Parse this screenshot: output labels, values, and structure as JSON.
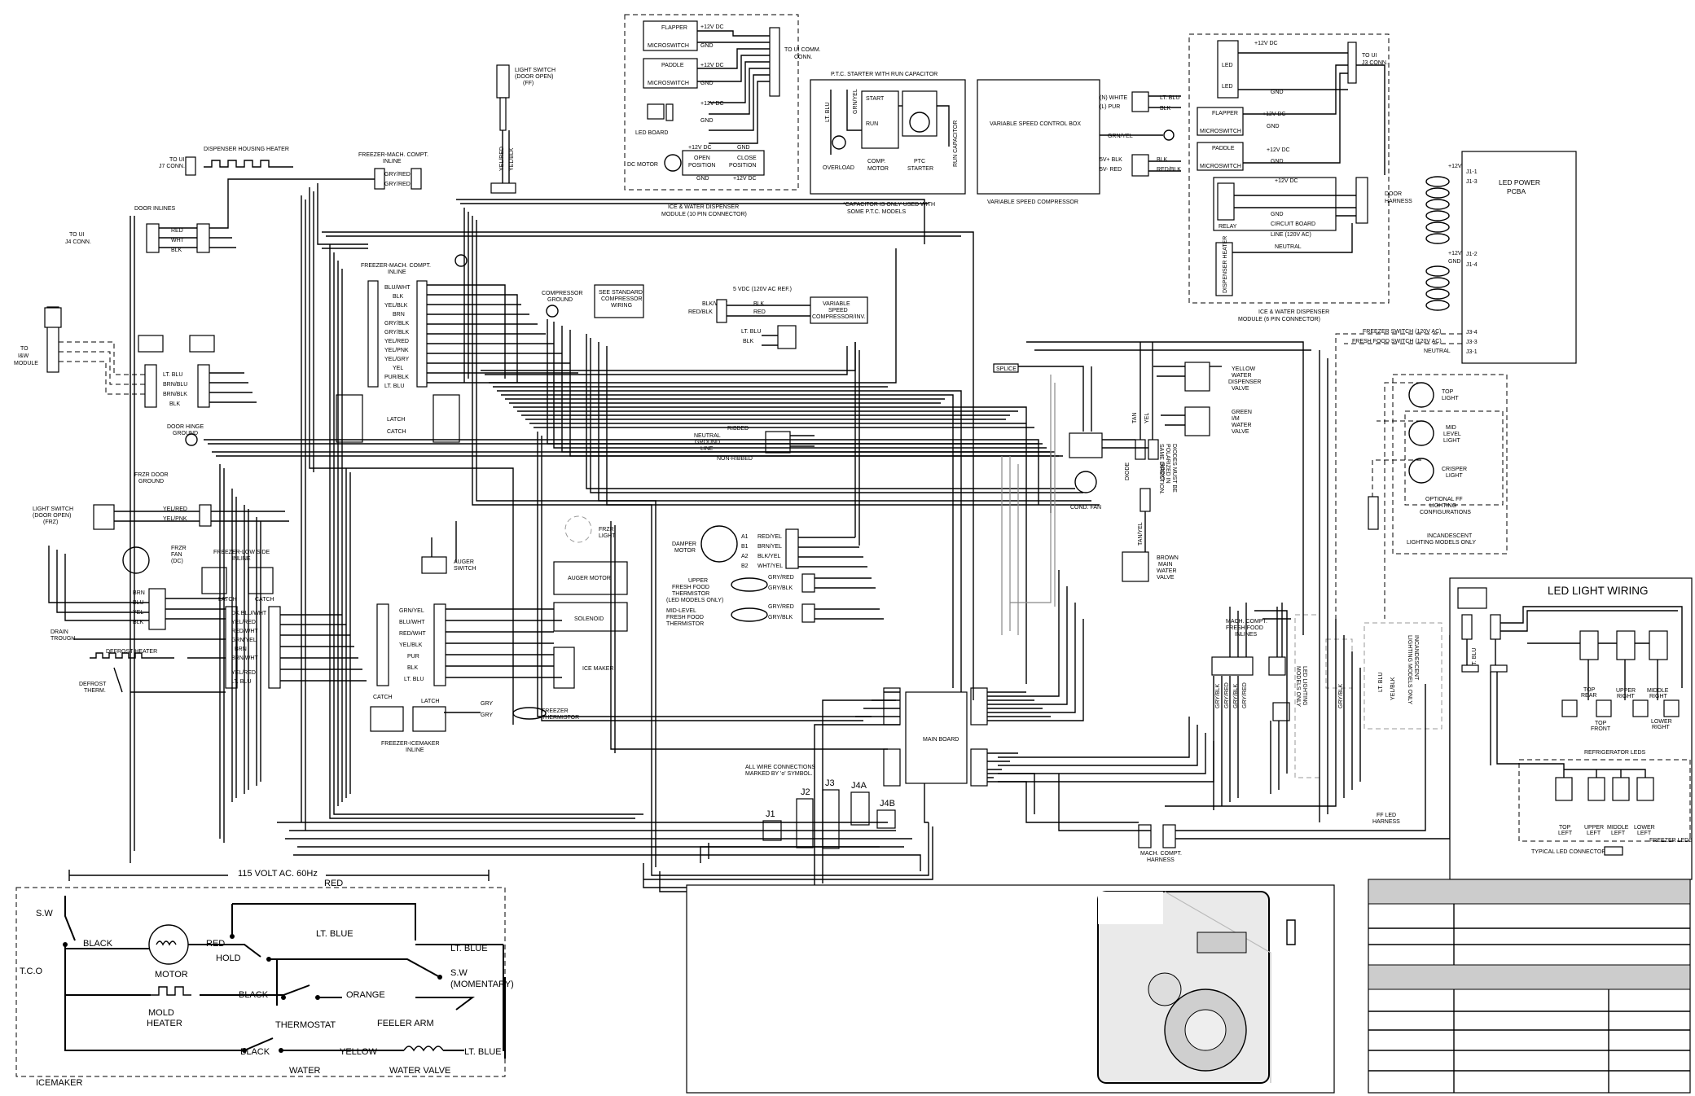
{
  "top": {
    "flapper": "FLAPPER",
    "paddle": "PADDLE",
    "microswitch": "MICROSWITCH",
    "p12": "+12V DC",
    "gnd": "GND",
    "to_ui_comm": "TO UI COMM.\nCONN.",
    "led_board": "LED BOARD",
    "dc_motor": "DC MOTOR",
    "open_position": "OPEN\nPOSITION",
    "close_position": "CLOSE\nPOSITION",
    "ice_module_10": "ICE & WATER DISPENSER\nMODULE (10 PIN CONNECTOR)",
    "ptc_starter_title": "P.T.C. STARTER WITH RUN CAPACITOR",
    "lt_blu": "LT. BLU",
    "grn_yel": "GRN/YEL",
    "start": "START",
    "run": "RUN",
    "comp_motor": "COMP.\nMOTOR",
    "ptc_starter": "PTC\nSTARTER",
    "overload": "OVERLOAD",
    "run_capacitor": "RUN CAPACITOR",
    "capacitor_note": "*CAPACITOR IS ONLY USED WITH\nSOME P.T.C. MODELS",
    "vscb": "VARIABLE SPEED CONTROL BOX",
    "vs_compressor": "VARIABLE SPEED COMPRESSOR",
    "n_white": "(N) WHITE",
    "l_pur": "(L) PUR",
    "lt_blu2": "LT. BLU",
    "blk": "BLK",
    "grn_yel2": "GRN/YEL",
    "sv_blk": "5V+ BLK",
    "sv_red": "5V- RED",
    "red_blk": "RED/BLK",
    "light_switch_ff": "LIGHT SWITCH\n(DOOR OPEN)\n(FF)",
    "yel_red": "YEL/RED",
    "yel_blk": "YEL/BLK",
    "dispenser_heater": "DISPENSER HOUSING HEATER",
    "to_ui_j7": "TO UI\nJ7 CONN.",
    "fmc_inline_top": "FREEZER-MACH. COMPT.\nINLINE",
    "gry_red": "GRY/RED",
    "gry_red2": "GRY/RED"
  },
  "six_pin": {
    "led": "LED",
    "flapper": "FLAPPER",
    "paddle": "PADDLE",
    "microswitch": "MICROSWITCH",
    "p12": "+12V DC",
    "gnd": "GND",
    "relay": "RELAY",
    "circuit_board": "CIRCUIT BOARD",
    "line": "LINE (120V AC)",
    "neutral": "NEUTRAL",
    "door_harness": "DOOR\nHARNESS",
    "to_ui_j3": "TO UI\nJ3 CONN.",
    "title": "ICE & WATER DISPENSER\nMODULE (6 PIN CONNECTOR)",
    "heater": "DISPENSER HEATER"
  },
  "led_power": {
    "title": "LED POWER\nPCBA",
    "p12": "+12V",
    "gnd": "GND",
    "j1_1": "J1-1",
    "j1_3": "J1-3",
    "j1_2": "J1-2",
    "j1_4": "J1-4",
    "j3_4": "J3-4",
    "j3_3": "J3-3",
    "j3_1": "J3-1",
    "freezer_switch": "FREEZER SWITCH (120V AC)",
    "ff_switch": "FRESH FOOD SWITCH (120V AC)",
    "neutral": "NEUTRAL"
  },
  "left": {
    "door_inlines": "DOOR INLINES",
    "to_ui_j4": "TO UI\nJ4 CONN.",
    "red": "RED",
    "wht": "WHT",
    "blk": "BLK",
    "to_iw": "TO\nI&W\nMODULE",
    "lt_blu": "LT. BLU",
    "brn_blu": "BRN/BLU",
    "brn_blk": "BRN/BLK",
    "blk2": "BLK",
    "door_hinge": "DOOR HINGE\nGROUND",
    "frzr_door": "FRZR DOOR\nGROUND",
    "light_switch_frz": "LIGHT SWITCH\n(DOOR OPEN)\n(FRZ)",
    "yel_red": "YEL/RED",
    "yel_pnk": "YEL/PNK",
    "frzr_fan": "FRZR\nFAN\n(DC)",
    "flsi": "FREEZER-LOW SIDE\nINLINE",
    "latch": "LATCH",
    "catch": "CATCH",
    "brn": "BRN",
    "blu": "BLU",
    "yel": "YEL",
    "blk3": "BLK",
    "drain_trough": "DRAIN\nTROUGH",
    "defrost_heater": "DEFROST HEATER",
    "defrost_therm": "DEFROST\nTHERM.",
    "wires": [
      "DK.BLU/WHT",
      "YEL/RED",
      "RED/WHT",
      "GRN/YEL",
      "BRN",
      "BRN/WHT",
      "",
      "YEL/RED",
      "LT. BLU"
    ]
  },
  "center": {
    "fmc_inline": "FREEZER-MACH. COMPT.\nINLINE",
    "wires": [
      "BLU/WHT",
      "BLK",
      "YEL/BLK",
      "BRN",
      "GRY/BLK",
      "GRY/BLK",
      "YEL/RED",
      "YEL/PNK",
      "YEL/GRY",
      "YEL",
      "PUR/BLK",
      "LT. BLU"
    ],
    "latch": "LATCH",
    "catch": "CATCH",
    "compressor_ground": "COMPRESSOR\nGROUND",
    "see_std": "SEE STANDARD\nCOMPRESSOR\nWIRING",
    "auger_switch": "AUGER\nSWITCH",
    "auger_motor": "AUGER MOTOR",
    "solenoid": "SOLENOID",
    "frzr_light": "FRZR\nLIGHT",
    "ice_maker": "ICE MAKER",
    "fim_wires": [
      "GRN/YEL",
      "BLU/WHT",
      "RED/WHT",
      "YEL/BLK",
      "PUR",
      "BLK",
      "LT. BLU"
    ],
    "catch2": "CATCH",
    "latch2": "LATCH",
    "fim_inline": "FREEZER-ICEMAKER\nINLINE",
    "gry": "GRY",
    "freezer_therm": "FREEZER\nTHERMISTOR"
  },
  "middle": {
    "vdc": "5 VDC (120V AC REF.)",
    "blk_wht": "BLK/WHT",
    "red_blk": "RED/BLK",
    "blk": "BLK",
    "red": "RED",
    "lt_blu": "LT. BLU",
    "blk2": "BLK",
    "vsc_inv": "VARIABLE\nSPEED\nCOMPRESSOR/INV.",
    "neutral_ground": "NEUTRAL\nGROUND\nLINE",
    "ribbed": "RIBBED",
    "non_ribbed": "NON-RIBBED",
    "damper_motor": "DAMPER\nMOTOR",
    "damper_pins": [
      "A1",
      "B1",
      "A2",
      "B2"
    ],
    "damper_wires": [
      "RED/YEL",
      "BRN/YEL",
      "BLK/YEL",
      "WHT/YEL"
    ],
    "upper_ff": "UPPER\nFRESH FOOD\nTHERMISTOR\n(LED MODELS ONLY)",
    "mid_ff": "MID-LEVEL\nFRESH FOOD\nTHERMISTOR",
    "gry_red": "GRY/RED",
    "gry_blk": "GRY/BLK",
    "main_board": "MAIN BOARD",
    "all_wire": "ALL WIRE CONNECTIONS\nMARKED BY 'o' SYMBOL.",
    "j1": "J1",
    "j2": "J2",
    "j3": "J3",
    "j4a": "J4A",
    "j4b": "J4B"
  },
  "right": {
    "splice": "SPLICE",
    "yellow_valve": "YELLOW\nWATER\nDISPENSER\nVALVE",
    "green_valve": "GREEN\nI/M\nWATER\nVALVE",
    "tan": "TAN",
    "yel": "YEL",
    "diode": "DIODE",
    "diodes_note": "DIODES MUST BE\nPOLARIZED IN\nSAME DIRECTION.",
    "cond_fan": "COND. FAN",
    "tan_yel": "TAN/YEL",
    "brown_valve": "BROWN\nMAIN\nWATER\nVALVE",
    "mcff_inlines": "MACH. COMPT.\nFRESH FOOD\nINLINES",
    "led_models_only": "LED LIGHTING\nMODELS ONLY",
    "gry_blk": "GRY/BLK",
    "lt_blu": "LT. BLU",
    "yel_blk": "YEL/BLK",
    "incandescent_only": "INCANDESCENT\nLIGHTING MODELS ONLY",
    "mach_harness": "MACH. COMPT.\nHARNESS",
    "ff_led_harness": "FF LED\nHARNESS",
    "top_light": "TOP\nLIGHT",
    "mid_light": "MID\nLEVEL\nLIGHT",
    "crisper": "CRISPER\nLIGHT",
    "optional": "OPTIONAL FF\nLIGHTING\nCONFIGURATIONS",
    "incand_lower": "INCANDESCENT\nLIGHTING MODELS ONLY",
    "inline_wires": [
      "GRY/BLK",
      "GRY/RED",
      "GRY/BLK",
      "GRY/RED"
    ]
  },
  "led_wiring": {
    "title": "LED LIGHT WIRING",
    "lt_blu": "LT. BLU",
    "labels_top": [
      "TOP\nREAR",
      "TOP\nFRONT",
      "UPPER\nRIGHT",
      "MIDDLE\nRIGHT",
      "LOWER\nRIGHT"
    ],
    "refrig_leds": "REFRIGERATOR LEDS",
    "labels_bottom": [
      "TOP\nLEFT",
      "UPPER\nLEFT",
      "MIDDLE\nLEFT",
      "LOWER\nLEFT"
    ],
    "freezer_leds": "FREEZER LEDS",
    "typical": "TYPICAL LED CONNECTOR"
  },
  "icemaker": {
    "title": "115 VOLT AC. 60Hz",
    "sw": "S.W",
    "tco": "T.C.O",
    "black": "BLACK",
    "motor": "MOTOR",
    "red": "RED",
    "hold": "HOLD",
    "lt_blue": "LT. BLUE",
    "lt_blue2": "LT. BLUE",
    "sw_momentary": "S.W\n(MOMENTARY)",
    "mold_heater": "MOLD\nHEATER",
    "black2": "BLACK",
    "orange": "ORANGE",
    "thermostat": "THERMOSTAT",
    "feeler_arm": "FEELER ARM",
    "black3": "BLACK",
    "yellow": "YELLOW",
    "lt_blue3": "LT. BLUE",
    "water": "WATER",
    "water_valve": "WATER VALVE",
    "icemaker": "ICEMAKER"
  },
  "colors": {
    "ink": "#000000",
    "grey": "#999999",
    "table_header": "#cccccc"
  }
}
